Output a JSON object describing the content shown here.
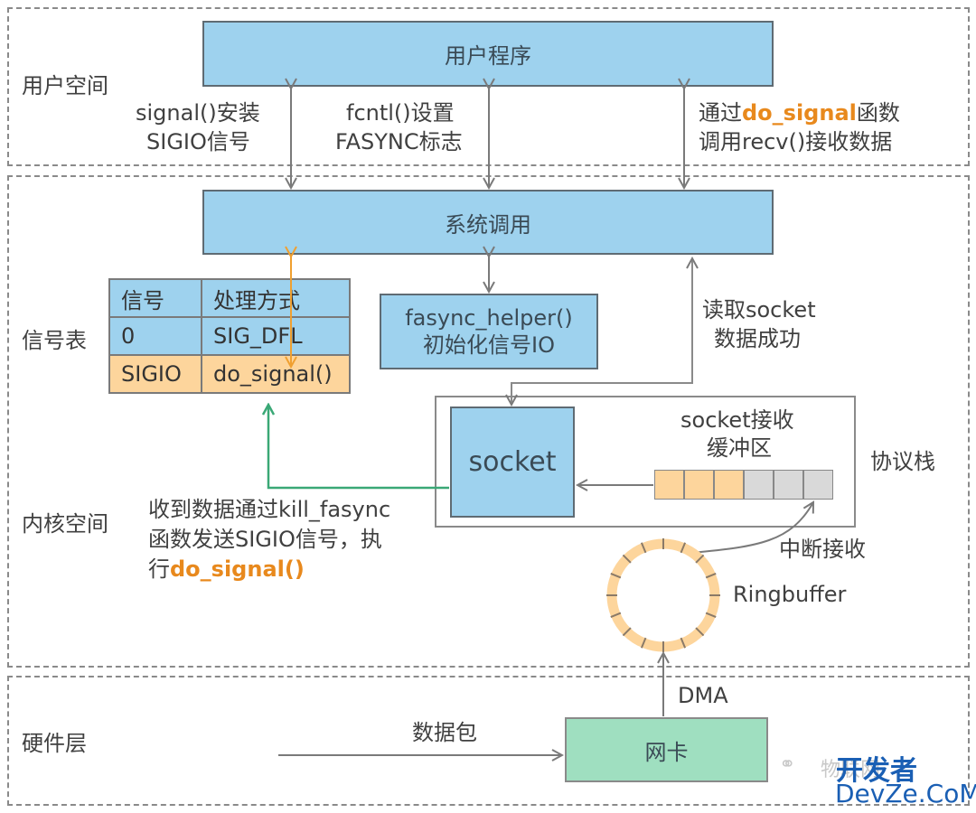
{
  "zones": {
    "user_space": "用户空间",
    "kernel_space": "内核空间",
    "hardware": "硬件层"
  },
  "boxes": {
    "user_program": "用户程序",
    "syscall": "系统调用",
    "fasync_line1": "fasync_helper()",
    "fasync_line2": "初始化信号IO",
    "socket": "socket",
    "nic": "网卡"
  },
  "annotations": {
    "signal_install_1": "signal()安装",
    "signal_install_2": "SIGIO信号",
    "fcntl_1": "fcntl()设置",
    "fcntl_2": "FASYNC标志",
    "do_signal_pre": "通过",
    "do_signal_hl": "do_signal",
    "do_signal_post": "函数",
    "recv_line": "调用recv()接收数据",
    "read_socket_1": "读取socket",
    "read_socket_2": "数据成功",
    "recv_buffer_1": "socket接收",
    "recv_buffer_2": "缓冲区",
    "protocol_stack": "协议栈",
    "kill_fasync_1": "收到数据通过kill_fasync",
    "kill_fasync_2": "函数发送SIGIO信号，执",
    "kill_fasync_3_pre": "行",
    "kill_fasync_3_hl": "do_signal()",
    "interrupt": "中断接收",
    "ringbuffer": "Ringbuffer",
    "dma": "DMA",
    "packet": "数据包"
  },
  "signal_table": {
    "title": "信号表",
    "header": [
      "信号",
      "处理方式"
    ],
    "rows": [
      [
        "0",
        "SIG_DFL"
      ],
      [
        "SIGIO",
        "do_signal()"
      ]
    ]
  },
  "buffer": {
    "filled_cells": 3,
    "total_cells": 6,
    "filled_color": "#fdd59c",
    "empty_color": "#d9d9d9"
  },
  "colors": {
    "box_blue": "#9ed2ee",
    "nic_green": "#9fdfc0",
    "highlight_orange": "#e8891d",
    "signal_arrow_green": "#3aa876",
    "ring_orange": "#fdd59c"
  },
  "watermark": {
    "faint_text": "物联网",
    "brand_cn": "开发者",
    "brand_en": "DevZe.CoM"
  }
}
